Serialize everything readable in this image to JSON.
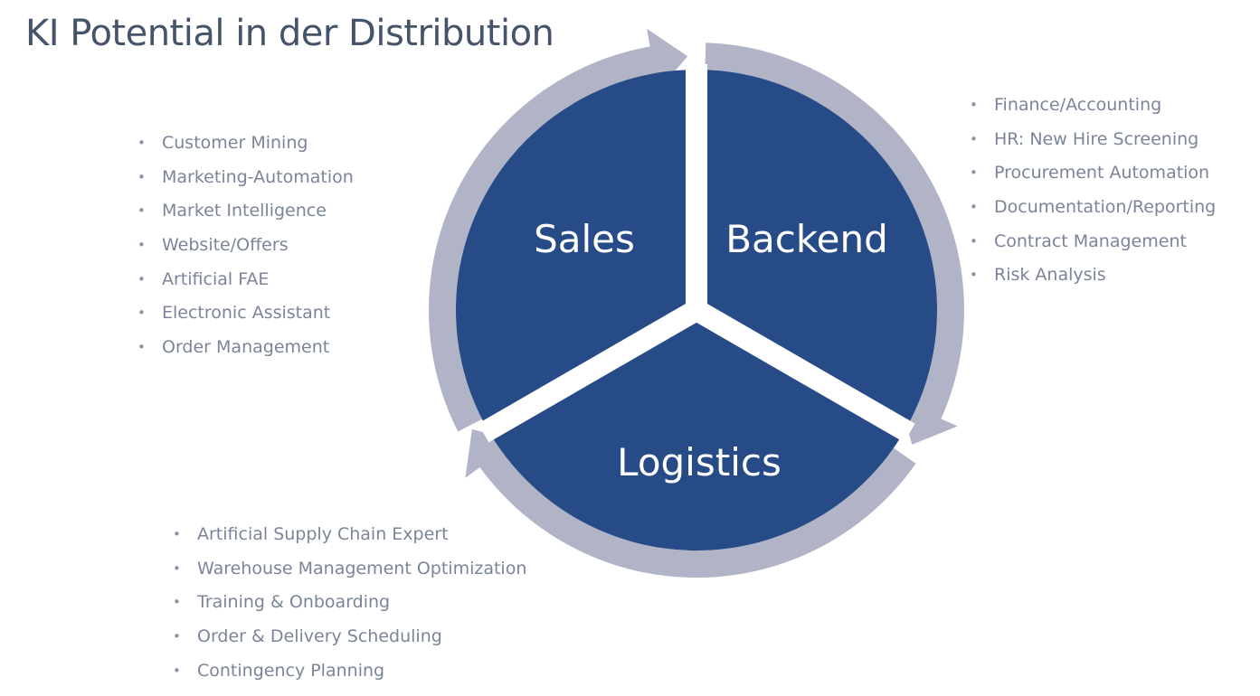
{
  "title": "KI Potential in der Distribution",
  "colors": {
    "segment_fill": "#274b87",
    "ring_fill": "#b0b4c6",
    "title_text": "#44546a",
    "bullet_text": "#7b8599"
  },
  "segments": {
    "sales": {
      "label": "Sales",
      "items": [
        "Customer Mining",
        "Marketing-Automation",
        "Market Intelligence",
        "Website/Offers",
        "Artificial FAE",
        "Electronic Assistant",
        "Order Management"
      ]
    },
    "backend": {
      "label": "Backend",
      "items": [
        "Finance/Accounting",
        "HR: New Hire Screening",
        "Procurement Automation",
        "Documentation/Reporting",
        "Contract Management",
        "Risk Analysis"
      ]
    },
    "logistics": {
      "label": "Logistics",
      "items": [
        "Artificial Supply Chain Expert",
        "Warehouse Management Optimization",
        "Training & Onboarding",
        "Order & Delivery Scheduling",
        "Contingency Planning"
      ]
    }
  }
}
